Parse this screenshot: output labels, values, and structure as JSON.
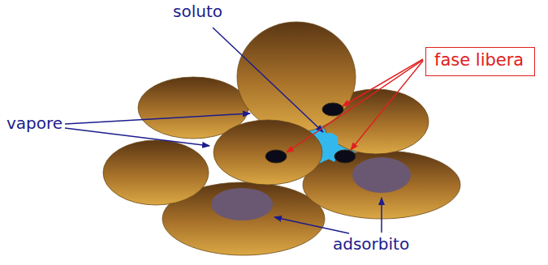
{
  "diagram": {
    "nodes": [
      {
        "text": [
          "fase libera"
        ]
      }
    ],
    "labels": [
      "soluto",
      "vapore",
      "adsorbito"
    ]
  }
}
